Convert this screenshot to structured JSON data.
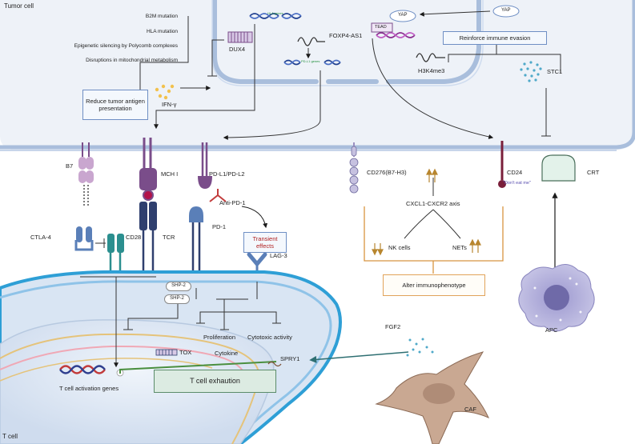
{
  "cells": {
    "tumor": "Tumor cell",
    "tcell": "T cell",
    "apc": "APC",
    "caf": "CAF"
  },
  "tumor_mechanisms": {
    "list": [
      "B2M mutation",
      "HLA mutation",
      "Epigenetic silencing by Polycomb complexes",
      "Disruptions in mitochondrial metabolism"
    ],
    "reduce_box": "Reduce tumor antigen presentation",
    "ifn": "IFN-γ",
    "dux4": "DUX4",
    "hla_genes": "HLA genes",
    "foxp4": "FOXP4-AS1",
    "pdl1_genes": "PD-L1 genes",
    "yap_inner": "YAP",
    "yap_outer": "YAP",
    "tead": "TEAD",
    "reinforce_box": "Reinforce immune evasion",
    "h3k4me3": "H3K4me3",
    "stc1": "STC1"
  },
  "membrane_molecules": {
    "b7": "B7",
    "mhc1": "MCH I",
    "pdl": "PD-L1/PD-L2",
    "anti_pd1": "Anti-PD-1",
    "transient": "Transient effects",
    "cd276": "CD276(B7-H3)",
    "cxcl": "CXCL1-CXCR2 axis",
    "nk": "NK cells",
    "nets": "NETs",
    "alter_box": "Alter immunophenotype",
    "cd24": "CD24",
    "dont_eat": "\"Don't eat me\"",
    "crt": "CRT"
  },
  "tcell_molecules": {
    "ctla4": "CTLA-4",
    "cd28": "CD28",
    "tcr": "TCR",
    "pd1": "PD-1",
    "lag3": "LAG-3",
    "shp2_a": "SHP-2",
    "shp2_b": "SHP-2",
    "proliferation": "Proliferation",
    "cytotoxic": "Cytotoxic activity",
    "cytokine": "Cytokine",
    "tox": "TOX",
    "spry1": "SPRY1",
    "exhaustion_box": "T cell exhaution",
    "activation_genes": "T cell activation genes",
    "fgf2": "FGF2"
  },
  "colors": {
    "tumor_fill": "#eef2f8",
    "membrane": "#9fb6d8",
    "nucleus_fill": "#dbe6f3",
    "purple": "#7a4d8a",
    "navy": "#2f3f6e",
    "blue_receptor": "#5a7fb8",
    "teal": "#2b8f8f",
    "maroon": "#7a1f3a",
    "orange": "#e1a35a",
    "green_box": "#dcebe2",
    "apc_fill": "#b9b7de",
    "caf_fill": "#c9a892"
  }
}
